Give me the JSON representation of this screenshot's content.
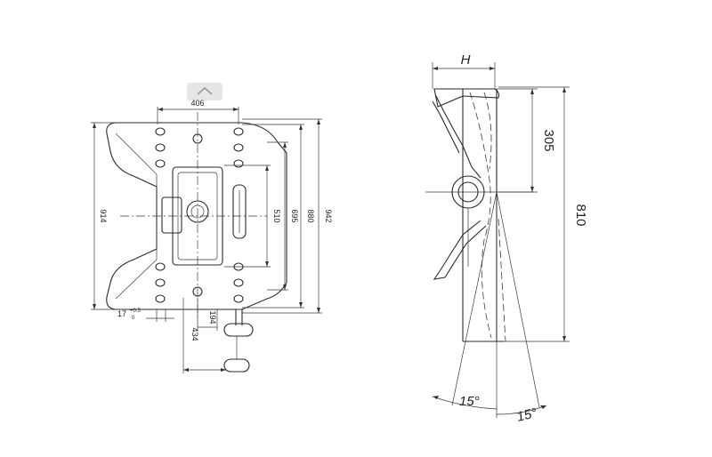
{
  "top_view": {
    "dim_406": "406",
    "dim_914": "914",
    "dim_510": "510",
    "dim_695": "695",
    "dim_880": "880",
    "dim_942": "942",
    "dim_194": "194",
    "dim_434": "434",
    "dim_17": "17",
    "dim_17_tol": "+0.5",
    "dim_17_tol_low": "0"
  },
  "side_view": {
    "dim_H": "H",
    "dim_305": "305",
    "dim_810": "810",
    "angle_left": "15°",
    "angle_right": "15°"
  },
  "icons": {
    "watermark": "chevron-up-icon"
  }
}
